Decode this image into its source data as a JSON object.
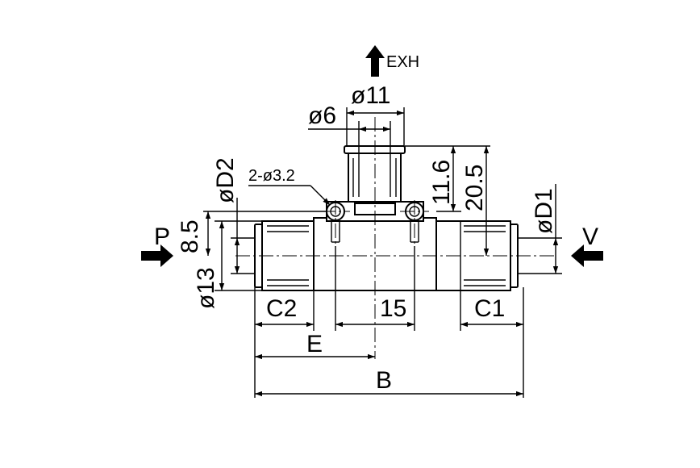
{
  "labels": {
    "exh": "EXH",
    "d11": "ø11",
    "d6": "ø6",
    "holes": "2-ø3.2",
    "d2": "øD2",
    "h85": "8.5",
    "d13": "ø13",
    "h116": "11.6",
    "h205": "20.5",
    "d1": "øD1",
    "p": "P",
    "v": "V",
    "c2": "C2",
    "w15": "15",
    "c1": "C1",
    "e": "E",
    "b": "B"
  }
}
